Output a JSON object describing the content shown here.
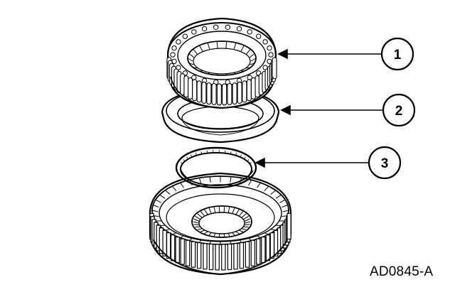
{
  "figure": {
    "id_label": "AD0845-A"
  },
  "callouts": [
    {
      "number": "1"
    },
    {
      "number": "2"
    },
    {
      "number": "3"
    }
  ],
  "colors": {
    "line": "#000000",
    "background": "#ffffff"
  },
  "parts": [
    {
      "icon": "bearing-icon"
    },
    {
      "icon": "thrust-washer-icon"
    },
    {
      "icon": "seal-ring-icon"
    },
    {
      "icon": "gear-hub-icon"
    }
  ]
}
